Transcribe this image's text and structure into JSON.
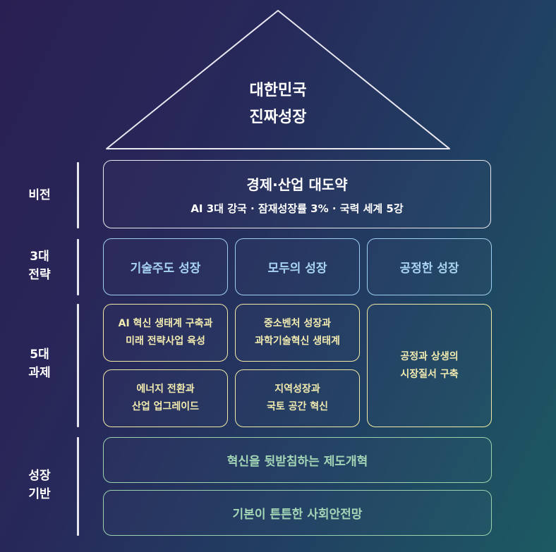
{
  "roof": {
    "line1": "대한민국",
    "line2": "진짜성장"
  },
  "labels": {
    "vision": "비전",
    "strategy_1": "3대",
    "strategy_2": "전략",
    "tasks_1": "5대",
    "tasks_2": "과제",
    "foundation_1": "성장",
    "foundation_2": "기반"
  },
  "vision": {
    "title": "경제·산업 대도약",
    "subtitle": "AI 3대 강국 · 잠재성장률 3% · 국력 세계 5강"
  },
  "strategies": [
    "기술주도 성장",
    "모두의 성장",
    "공정한 성장"
  ],
  "tasks": [
    {
      "line1": "AI 혁신 생태계 구축과",
      "line2": "미래 전략사업 육성"
    },
    {
      "line1": "중소벤처 성장과",
      "line2": "과학기술혁신 생태계"
    },
    {
      "line1": "공정과 상생의",
      "line2": "시장질서 구축"
    },
    {
      "line1": "에너지 전환과",
      "line2": "산업 업그레이드"
    },
    {
      "line1": "지역성장과",
      "line2": "국토 공간 혁신"
    }
  ],
  "foundation": [
    "혁신을 뒷받침하는 제도개혁",
    "기본이 튼튼한 사회안전망"
  ],
  "colors": {
    "background_start": "#2a1f52",
    "background_end": "#1c5a62",
    "strategy_accent": "#a8d4f2",
    "task_accent": "#f1ebb0",
    "foundation_accent": "#a3d6b6",
    "outline": "#e9e7ef"
  }
}
